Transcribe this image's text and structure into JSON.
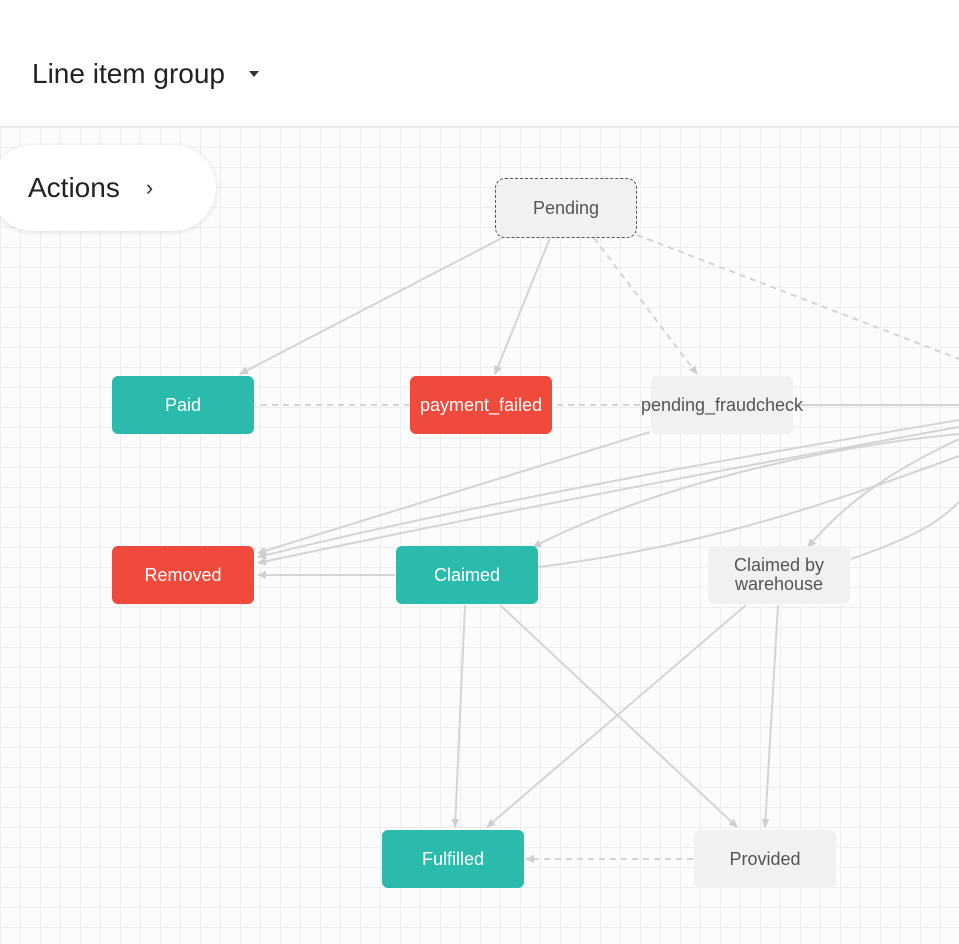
{
  "header": {
    "group_select_label": "Line item group"
  },
  "actions": {
    "label": "Actions"
  },
  "colors": {
    "teal": "#2bbbad",
    "red": "#f04a3c",
    "grey": "#f1f1f1",
    "edge": "#d4d4d4"
  },
  "nodes": {
    "pending": "Pending",
    "paid": "Paid",
    "payment_failed": "payment_failed",
    "pending_fraudcheck": "pending_fraudcheck",
    "removed": "Removed",
    "claimed": "Claimed",
    "claimed_by_warehouse_line1": "Claimed by",
    "claimed_by_warehouse_line2": "warehouse",
    "fulfilled": "Fulfilled",
    "provided": "Provided"
  }
}
